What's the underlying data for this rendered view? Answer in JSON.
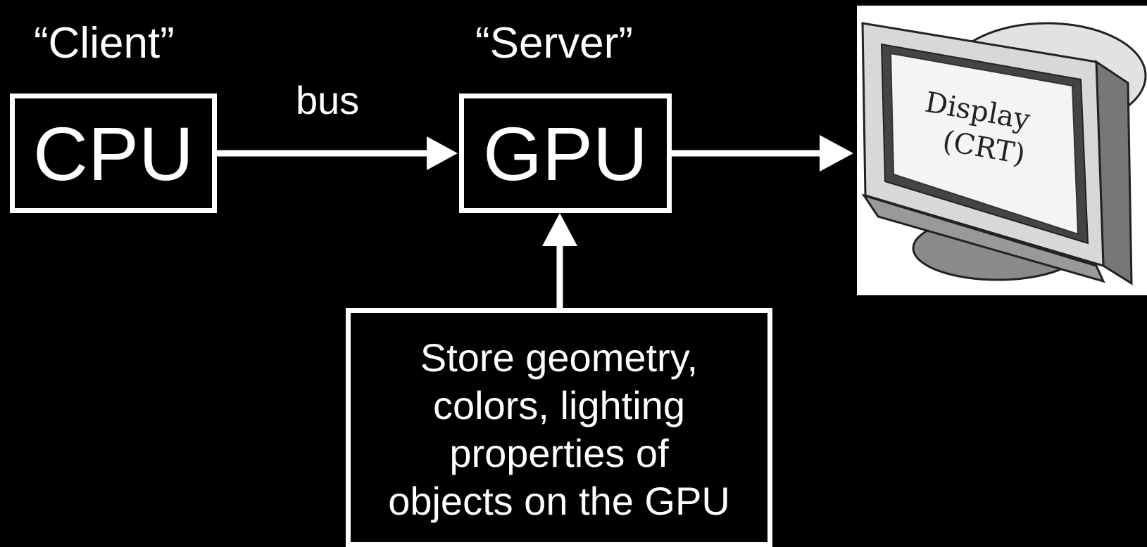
{
  "labels": {
    "client": "“Client”",
    "server": "“Server”",
    "bus": "bus"
  },
  "boxes": {
    "cpu": "CPU",
    "gpu": "GPU",
    "store_lines": [
      "Store geometry,",
      "colors, lighting",
      "properties of",
      "objects on the GPU"
    ]
  },
  "display": {
    "line1": "Display",
    "line2": "(CRT)"
  },
  "colors": {
    "background": "#000000",
    "foreground": "#ffffff"
  }
}
